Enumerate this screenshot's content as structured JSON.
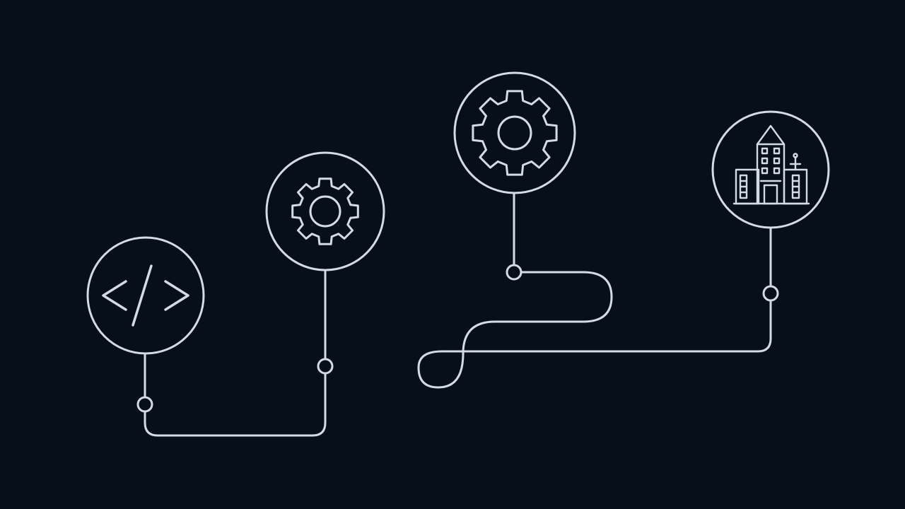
{
  "colors": {
    "background": "#07101a",
    "line": "#d4dbe2"
  },
  "nodes": [
    {
      "id": "code",
      "icon": "code-brackets-icon"
    },
    {
      "id": "gear-small",
      "icon": "gear-icon"
    },
    {
      "id": "gear-large",
      "icon": "gear-icon"
    },
    {
      "id": "building",
      "icon": "city-building-icon"
    }
  ]
}
